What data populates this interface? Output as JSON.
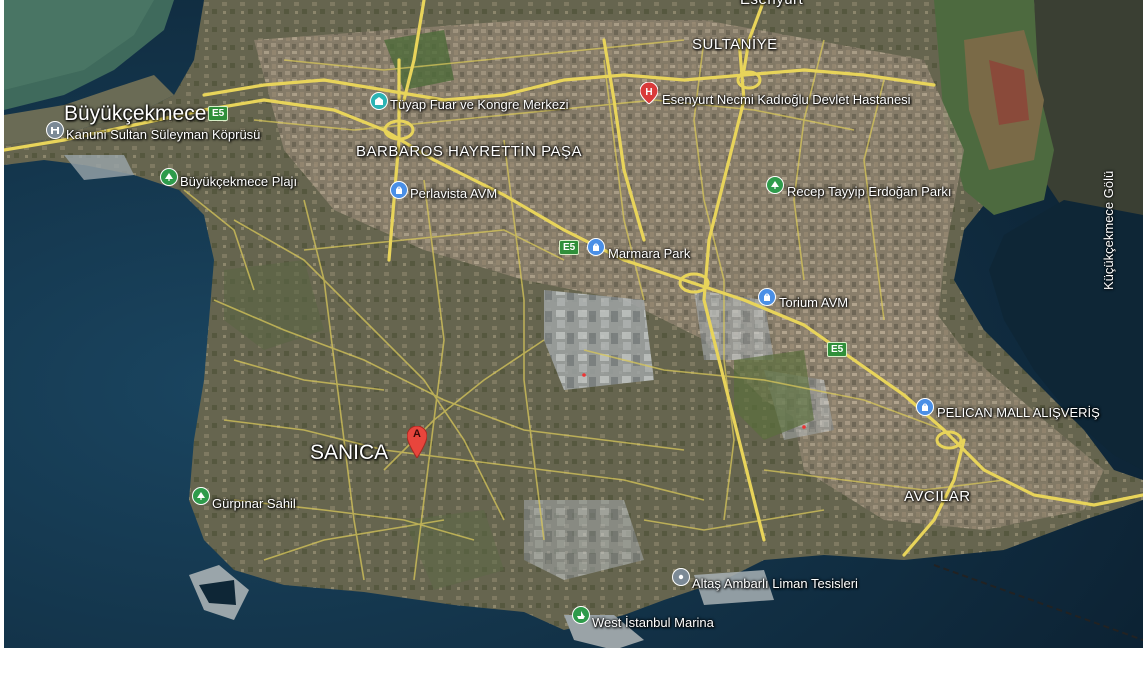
{
  "labels": {
    "esenyurt": "Esenyurt",
    "sultaniye": "SULTANİYE",
    "buyukcekmece": "Büyükçekmece",
    "kanuni": "Kanuni Sultan Süleyman Köprüsü",
    "tuyap": "Tüyap Fuar ve Kongre Merkezi",
    "hastane": "Esenyurt Necmi Kadıoğlu Devlet Hastanesi",
    "barbaros": "BARBAROS HAYRETTİN PAŞA",
    "plaj": "Büyükçekmece Plajı",
    "perlavista": "Perlavista AVM",
    "recep": "Recep Tayyip Erdoğan Parkı",
    "marmara": "Marmara Park",
    "torium": "Torium AVM",
    "pelican": "PELICAN MALL ALIŞVERİŞ",
    "sanica": "SANICA",
    "gurpinar": "Gürpınar Sahil",
    "avcilar": "AVCILAR",
    "altas": "Altaş Ambarlı Liman Tesisleri",
    "marina": "West İstanbul Marina",
    "golu": "Küçükçekmece Gölü"
  },
  "road_shields": {
    "e5_a": "E5",
    "e5_b": "E5",
    "e5_c": "E5"
  },
  "marker": {
    "letter": "A"
  },
  "colors": {
    "sea": "#0f2a3e",
    "land": "#6b6651",
    "roads": "#e8d45a",
    "shopping_pin": "#4a8fe6",
    "park_pin": "#2e9b4b",
    "hospital_pin": "#d93a3a",
    "marker_red": "#e8453c"
  }
}
